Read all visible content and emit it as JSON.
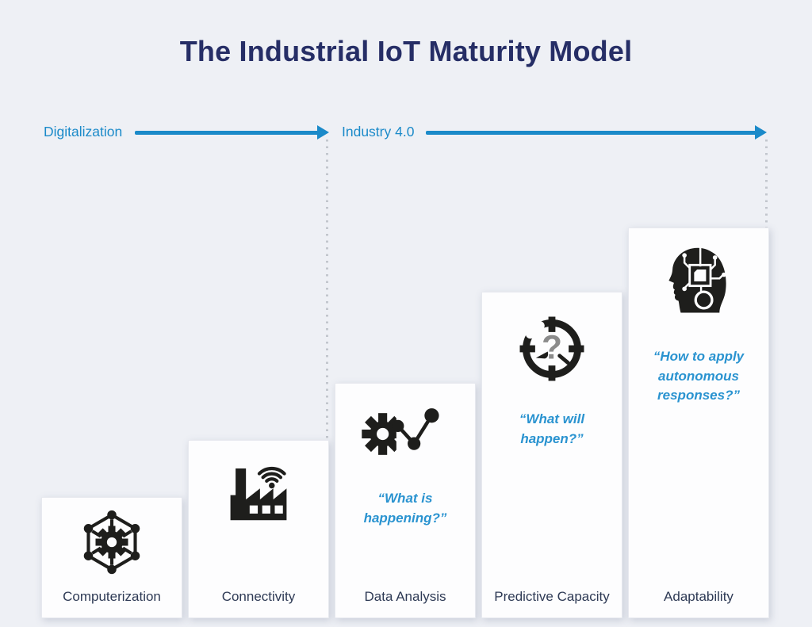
{
  "title": "The Industrial IoT Maturity Model",
  "phases": [
    {
      "label": "Digitalization"
    },
    {
      "label": "Industry 4.0"
    }
  ],
  "stages": [
    {
      "label": "Computerization",
      "icon": "network-gear-icon",
      "quote": ""
    },
    {
      "label": "Connectivity",
      "icon": "smart-factory-icon",
      "quote": ""
    },
    {
      "label": "Data Analysis",
      "icon": "gear-chart-icon",
      "quote": "“What is happening?”"
    },
    {
      "label": "Predictive Capacity",
      "icon": "target-question-icon",
      "quote": "“What will happen?”"
    },
    {
      "label": "Adaptability",
      "icon": "ai-head-icon",
      "quote": "“How to apply autonomous responses?”"
    }
  ],
  "colors": {
    "background": "#eef0f5",
    "title": "#262e66",
    "accent_blue": "#1b8ac9",
    "quote_blue": "#2a93d0",
    "stage_label": "#2e3a55",
    "icon_black": "#1e1e1c",
    "question_gray": "#8b8b8b",
    "dot_gray": "#c2c6cd",
    "card_background": "#fdfdfe"
  }
}
